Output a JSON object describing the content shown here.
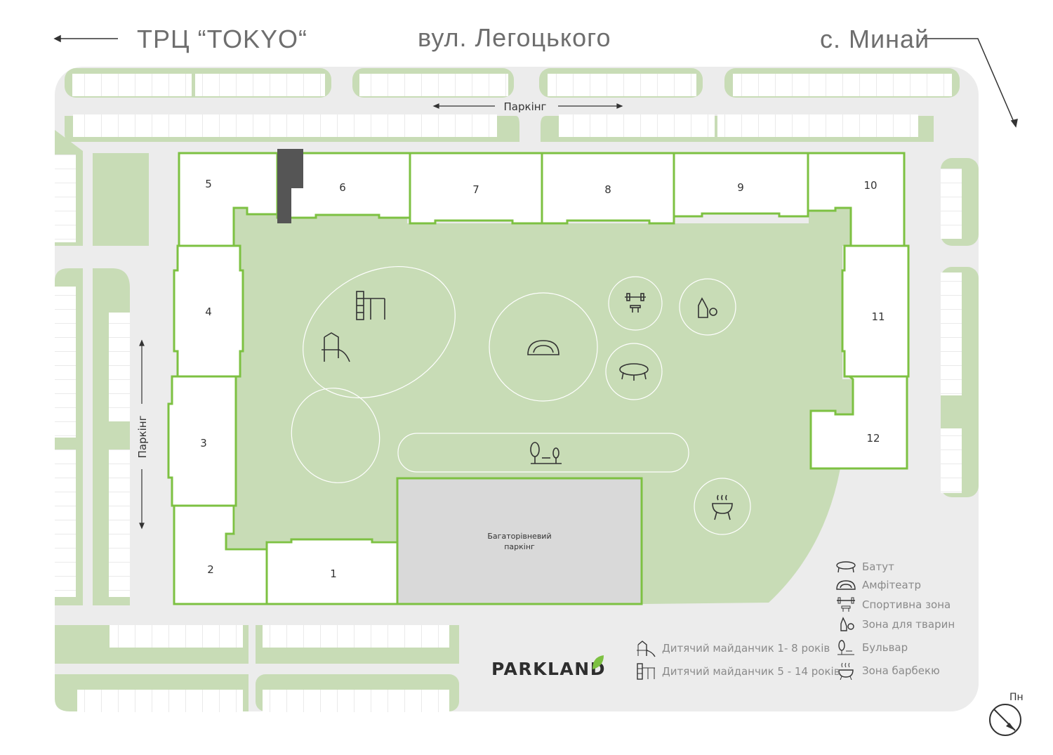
{
  "streets": {
    "left": "ТРЦ “TOKYO“",
    "center": "вул. Легоцького",
    "right": "с. Минай"
  },
  "parking": {
    "top_label": "Паркінг",
    "left_label": "Паркінг",
    "multilevel_line1": "Багаторівневий",
    "multilevel_line2": "паркінг"
  },
  "buildings": [
    "1",
    "2",
    "3",
    "4",
    "5",
    "6",
    "7",
    "8",
    "9",
    "10",
    "11",
    "12"
  ],
  "legend": {
    "trampoline": "Батут",
    "amphitheater": "Амфітеатр",
    "sports": "Спортивна зона",
    "pets": "Зона для тварин",
    "boulevard": "Бульвар",
    "bbq": "Зона барбекю",
    "playground_small": "Дитячий майданчик 1- 8 років",
    "playground_big": "Дитячий майданчик 5 - 14 років"
  },
  "logo": "PARKLAND",
  "compass": "Пн",
  "colors": {
    "green_fill": "#c8dcb6",
    "green_outline": "#7dc142",
    "road": "#ececec",
    "multilevel": "#d9d9d9",
    "dark_building": "#555555"
  }
}
